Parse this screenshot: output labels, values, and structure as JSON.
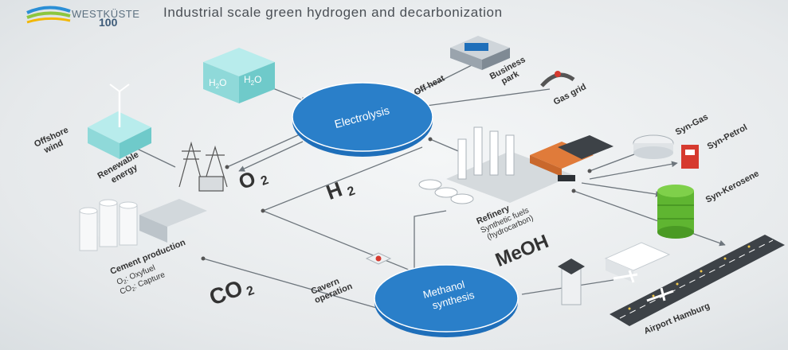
{
  "header": {
    "logo_word": "WESTKÜSTE",
    "logo_number": "100",
    "title": "Industrial scale green hydrogen and decarbonization"
  },
  "molecules": {
    "o2": "O",
    "o2_sub": "2",
    "h2": "H",
    "h2_sub": "2",
    "co2": "CO",
    "co2_sub": "2",
    "meoh": "MeOH"
  },
  "water_box": {
    "h2o_left_main": "H",
    "h2o_left_sub": "2",
    "h2o_left_end": "O",
    "h2o_right_main": "H",
    "h2o_right_sub": "2",
    "h2o_right_end": "O"
  },
  "nodes": {
    "electrolysis": "Electrolysis",
    "methanol_line1": "Methanol",
    "methanol_line2": "synthesis",
    "offshore_line1": "Offshore",
    "offshore_line2": "wind",
    "renewable_line1": "Renewable",
    "renewable_line2": "energy",
    "off_heat": "Off heat",
    "business_line1": "Business",
    "business_line2": "park",
    "gas_grid": "Gas grid",
    "syn_gas": "Syn-Gas",
    "syn_petrol": "Syn-Petrol",
    "syn_kerosene": "Syn-Kerosene",
    "refinery_line1": "Refinery",
    "refinery_line2": "Synthetic fuels",
    "refinery_line3": "(hydrocarbon)",
    "cement_line1": "Cement production",
    "cement_line2_main": "O",
    "cement_line2_sub": "2",
    "cement_line2_end": ": Oxyfuel",
    "cement_line3_main": "CO",
    "cement_line3_sub": "2",
    "cement_line3_end": ": Capture",
    "cavern_line1": "Cavern",
    "cavern_line2": "operation",
    "airport": "Airport Hamburg"
  },
  "colors": {
    "accent_blue": "#1f6fba",
    "flow_line": "#6e767d",
    "water_teal": "#7fd6d6",
    "kerosene_green": "#5fb531",
    "pump_red": "#d63a2f"
  }
}
